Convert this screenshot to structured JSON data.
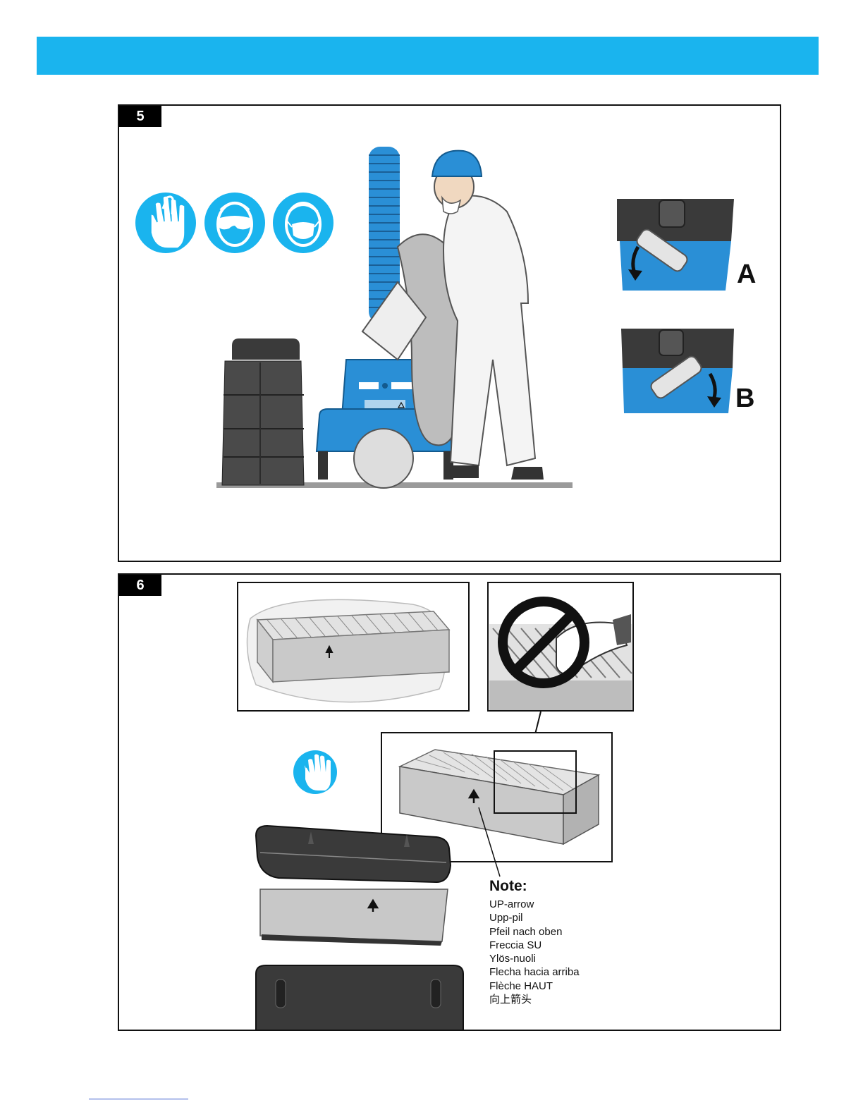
{
  "header": {
    "color": "#1ab4ee"
  },
  "step5": {
    "number": "5",
    "ppe_icons": [
      "gloves-icon",
      "safety-goggles-icon",
      "dust-mask-icon"
    ],
    "rotation_labels": {
      "a": "A",
      "b": "B"
    }
  },
  "step6": {
    "number": "6",
    "ppe_icons": [
      "gloves-icon"
    ],
    "note": {
      "title": "Note:",
      "lines": [
        "UP-arrow",
        "Upp-pil",
        "Pfeil nach oben",
        "Freccia SU",
        "Ylös-nuoli",
        "Flecha hacia arriba",
        "Flèche HAUT",
        "向上箭头"
      ]
    }
  },
  "colors": {
    "accent_blue": "#1ab4ee",
    "machine_blue": "#2a8fd6",
    "dark_grey": "#3a3a3a"
  }
}
